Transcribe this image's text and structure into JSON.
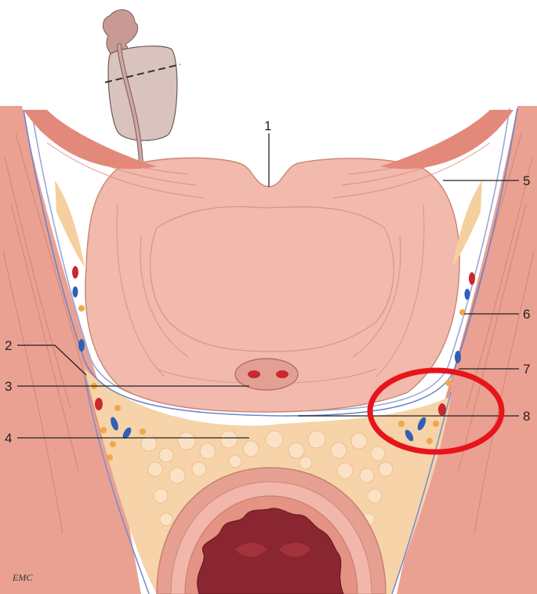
{
  "figure": {
    "labels": [
      {
        "id": "1",
        "text": "1"
      },
      {
        "id": "2",
        "text": "2"
      },
      {
        "id": "3",
        "text": "3"
      },
      {
        "id": "4",
        "text": "4"
      },
      {
        "id": "5",
        "text": "5"
      },
      {
        "id": "6",
        "text": "6"
      },
      {
        "id": "7",
        "text": "7"
      },
      {
        "id": "8",
        "text": "8"
      }
    ],
    "signature": "EMC",
    "highlight_color": "#e8141b",
    "colors": {
      "prostate": "#f2b9ad",
      "muscle": "#e79a8a",
      "fat": "#f6cf9e",
      "rectum_mucosa": "#8a2630",
      "fascia": "#6f84c9",
      "artery": "#c8282e",
      "vein": "#2f5fb7"
    }
  }
}
